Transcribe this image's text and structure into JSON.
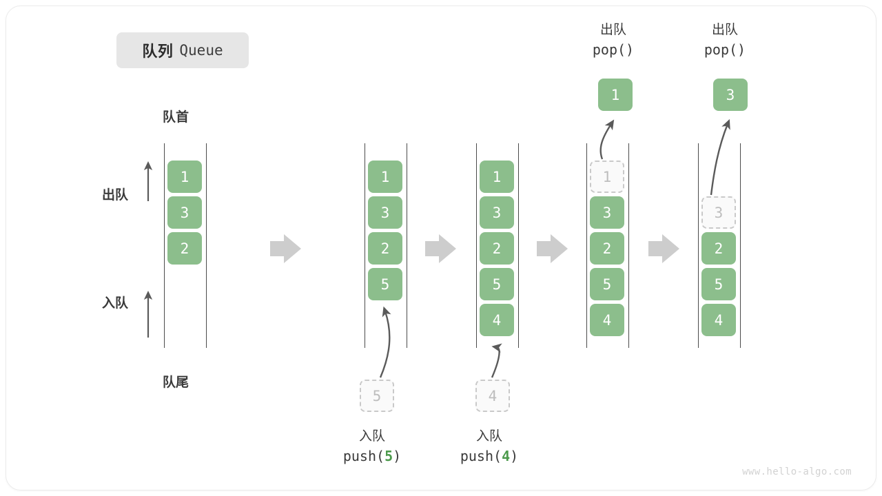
{
  "title": {
    "cn": "队列",
    "en": "Queue"
  },
  "labels": {
    "head": "队首",
    "tail": "队尾",
    "dequeue": "出队",
    "enqueue": "入队"
  },
  "colors": {
    "element_fill": "#8cbe8c",
    "element_text": "#ffffff",
    "ghost_border": "#c9c9c9",
    "ghost_text": "#bdbdbd",
    "rail": "#4a4a4a",
    "step_arrow": "#cdcdcd",
    "accent_code": "#4c9a4c",
    "chip_bg": "#e6e6e6"
  },
  "columns": [
    {
      "name": "initial-queue",
      "elements": [
        "1",
        "3",
        "2"
      ],
      "ghost_in_queue": null,
      "pending": null,
      "popped": null,
      "caption_cn": null,
      "caption_code": null
    },
    {
      "name": "after-push-5",
      "elements": [
        "1",
        "3",
        "2",
        "5"
      ],
      "ghost_in_queue": null,
      "pending": "5",
      "popped": null,
      "caption_cn": "入队",
      "caption_code": "push(5)",
      "caption_arg": "5"
    },
    {
      "name": "after-push-4",
      "elements": [
        "1",
        "3",
        "2",
        "5",
        "4"
      ],
      "ghost_in_queue": null,
      "pending": "4",
      "popped": null,
      "caption_cn": "入队",
      "caption_code": "push(4)",
      "caption_arg": "4"
    },
    {
      "name": "after-pop-1",
      "elements": [
        "3",
        "2",
        "5",
        "4"
      ],
      "ghost_in_queue": "1",
      "pending": null,
      "popped": "1",
      "caption_cn": "出队",
      "caption_code": "pop()",
      "caption_arg": ""
    },
    {
      "name": "after-pop-3",
      "elements": [
        "2",
        "5",
        "4"
      ],
      "ghost_in_queue": "3",
      "pending": null,
      "popped": "3",
      "caption_cn": "出队",
      "caption_code": "pop()",
      "caption_arg": ""
    }
  ],
  "watermark": "www.hello-algo.com"
}
